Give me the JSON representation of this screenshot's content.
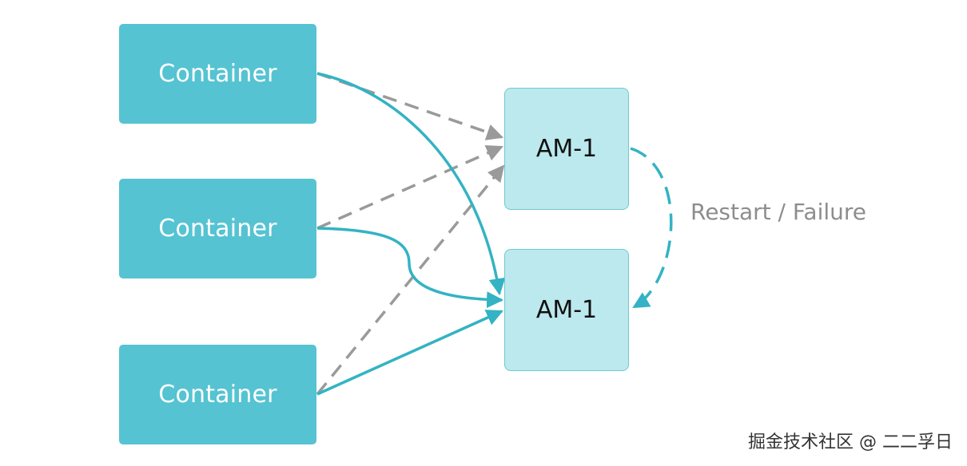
{
  "diagram": {
    "containers": [
      {
        "label": "Container"
      },
      {
        "label": "Container"
      },
      {
        "label": "Container"
      }
    ],
    "app_masters": [
      {
        "label": "AM-1"
      },
      {
        "label": "AM-1"
      }
    ],
    "restart_label": "Restart / Failure"
  },
  "colors": {
    "container_fill": "#55c3d2",
    "am_fill": "#bce9ed",
    "am_border": "#6fc8d3",
    "solid_edge": "#33b3c3",
    "dashed_edge": "#9a9a9a"
  },
  "watermark": {
    "text": "掘金技术社区 @ 二二孚日"
  }
}
